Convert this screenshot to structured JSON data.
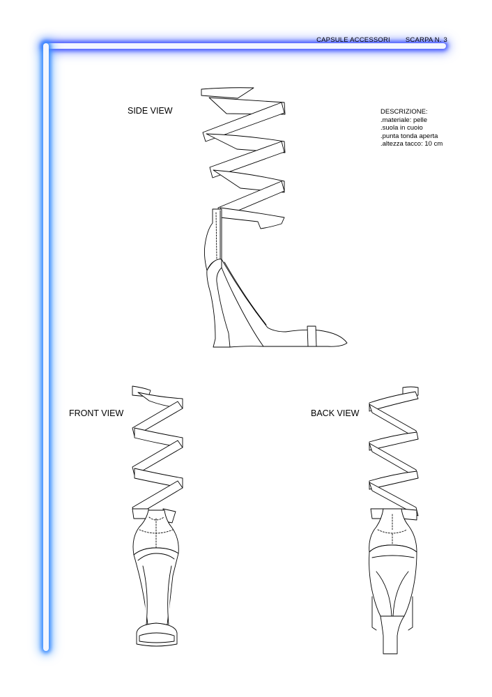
{
  "header": {
    "collection": "CAPSULE ACCESSORI",
    "item": "SCARPA N. 3"
  },
  "views": {
    "side": "SIDE VIEW",
    "front": "FRONT VIEW",
    "back": "BACK VIEW"
  },
  "description": {
    "title": "DESCRIZIONE:",
    "lines": [
      ".materiale: pelle",
      ".suola in cuoio",
      ".punta tonda aperta",
      ".altezza tacco: 10 cm"
    ]
  },
  "colors": {
    "frame_glow_top": "#4a5cff",
    "frame_glow_left": "#3b8cff"
  }
}
